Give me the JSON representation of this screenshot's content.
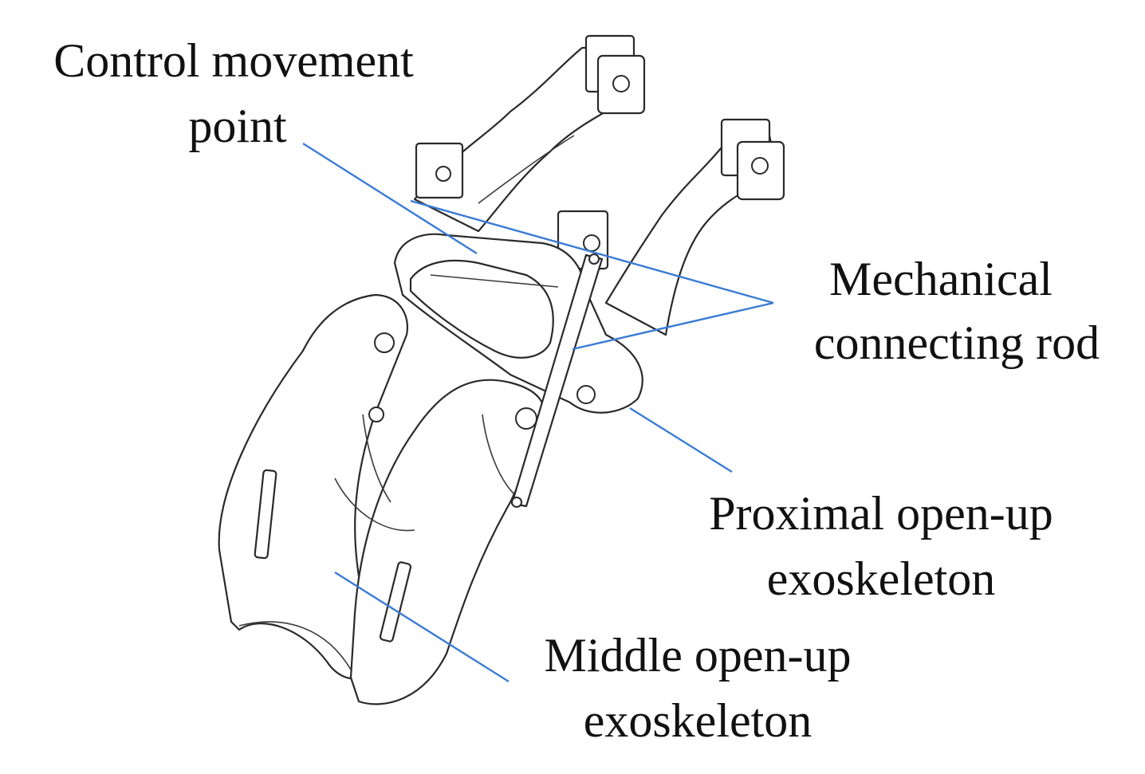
{
  "labels": {
    "control_point": {
      "line1": "Control movement",
      "line2": "point"
    },
    "connecting_rod": {
      "line1": "Mechanical",
      "line2": "connecting rod"
    },
    "proximal": {
      "line1": "Proximal open-up",
      "line2": "exoskeleton"
    },
    "middle": {
      "line1": "Middle open-up",
      "line2": "exoskeleton"
    }
  },
  "colors": {
    "leader_line": "#3a7bd5",
    "drawing_line": "#2a2a2a",
    "text": "#111111",
    "background": "#ffffff"
  }
}
